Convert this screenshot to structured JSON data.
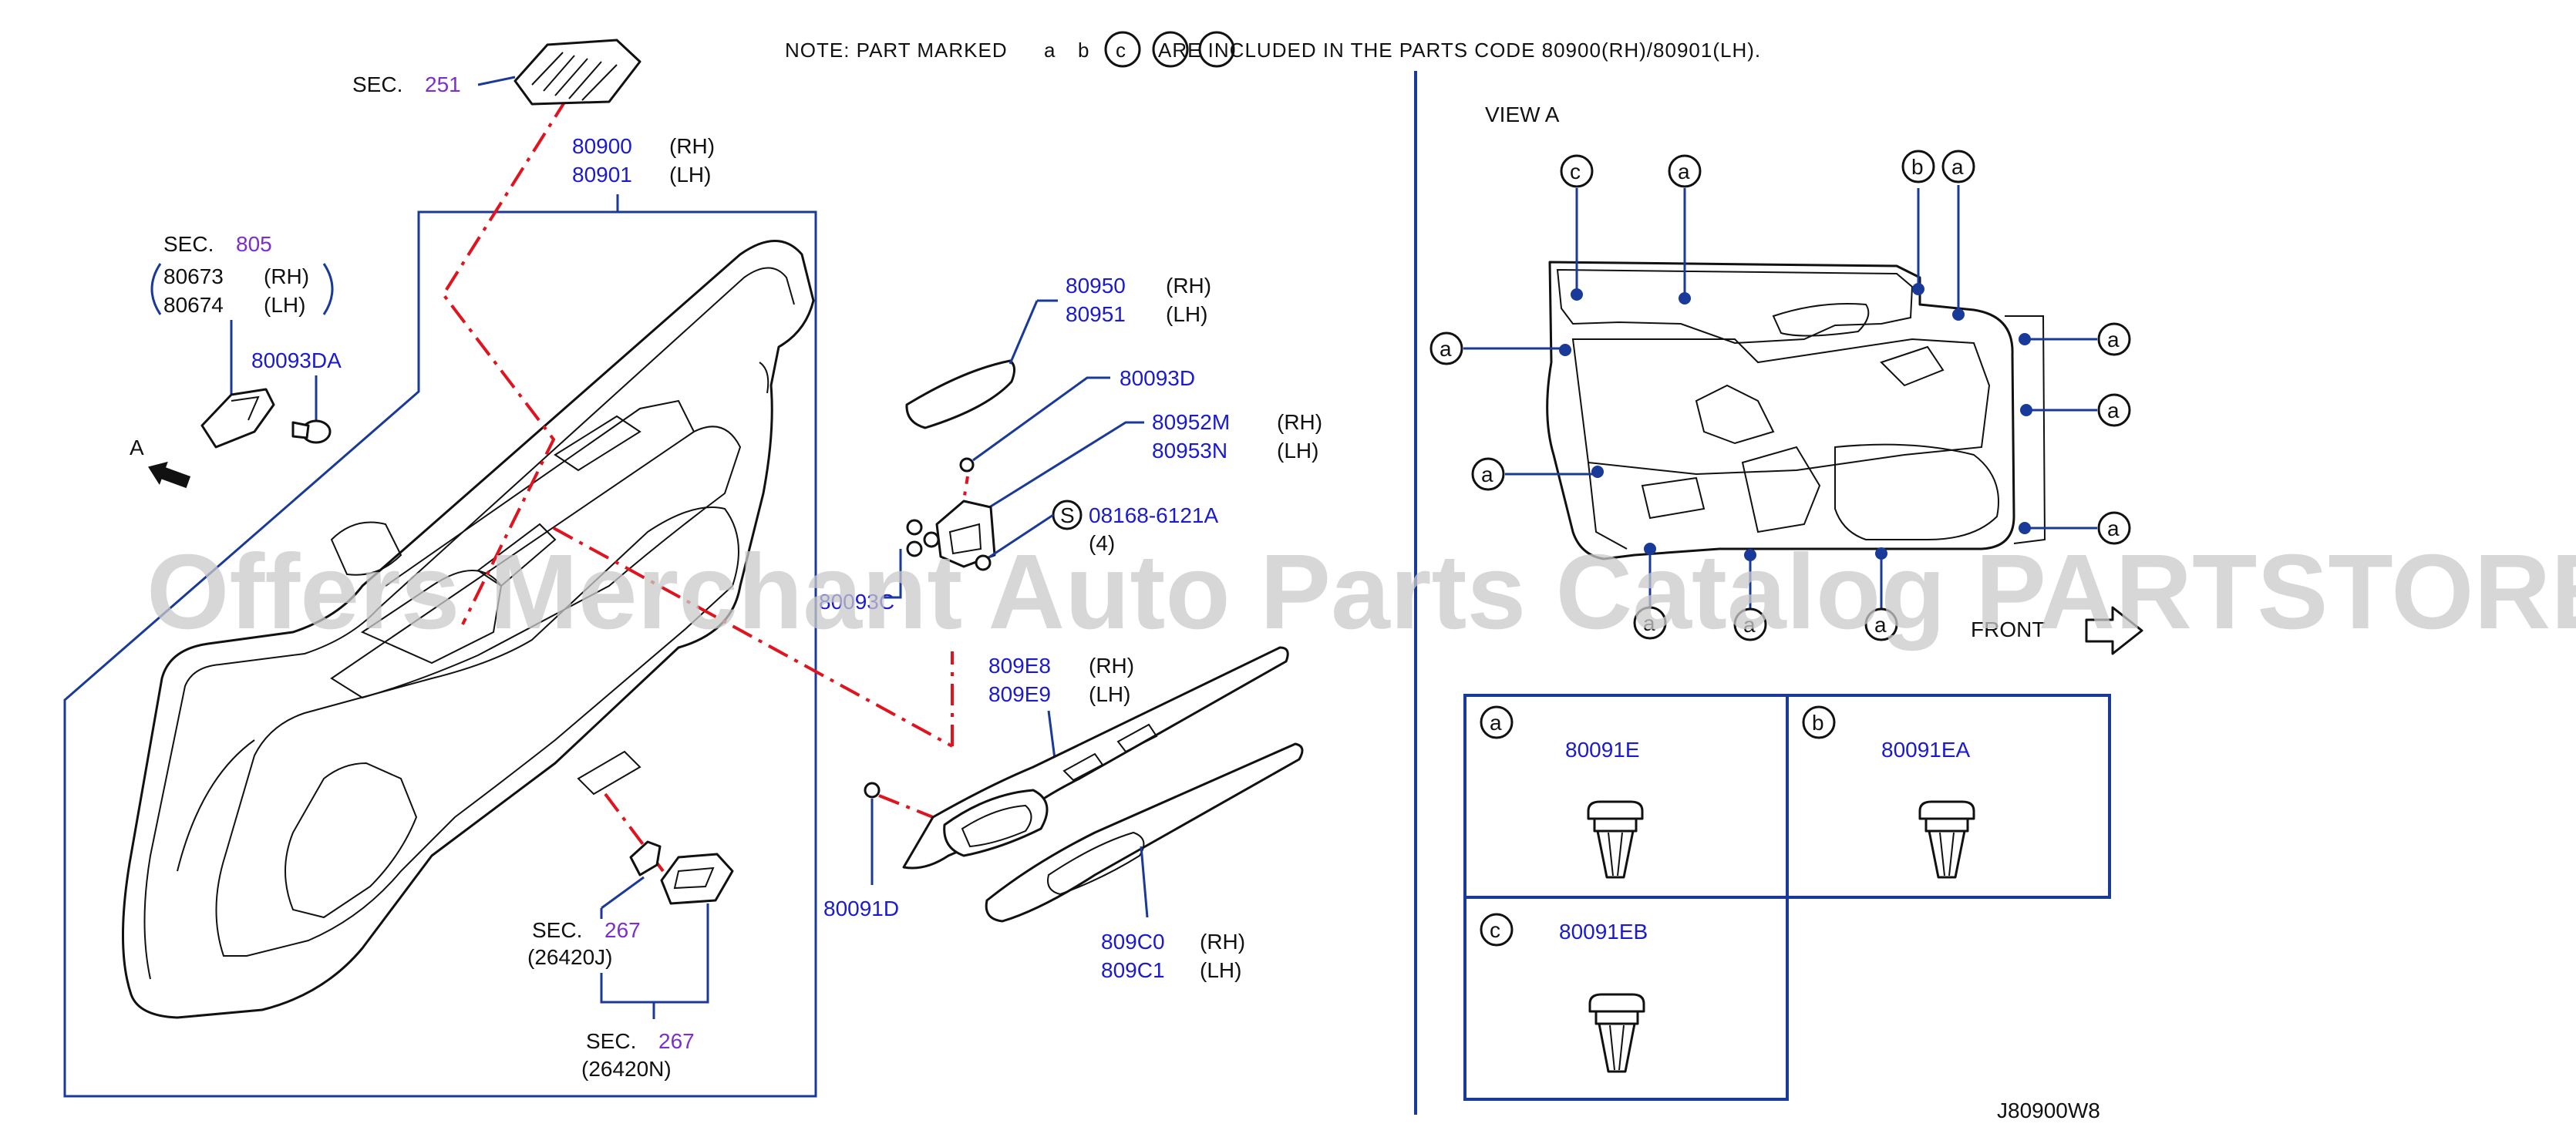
{
  "note": {
    "lead": "NOTE:  PART  MARKED",
    "marks": [
      "a",
      "b",
      "c"
    ],
    "tail": "ARE  INCLUDED  IN  THE  PARTS  CODE  80900(RH)/80901(LH)."
  },
  "watermark": "Offers Merchant Auto Parts Catalog PARTSTORE.SA",
  "diagram_code": "J80900W8",
  "view_a": {
    "label": "VIEW   A",
    "front": "FRONT"
  },
  "callouts": {
    "sec251": {
      "prefix": "SEC.",
      "num": "251"
    },
    "door_trim": {
      "rh": "80900",
      "lh": "80901",
      "rh_tag": "(RH)",
      "lh_tag": "(LH)"
    },
    "sec805": {
      "prefix": "SEC.",
      "num": "805",
      "rh": "80673",
      "lh": "80674",
      "rh_tag": "(RH)",
      "lh_tag": "(LH)"
    },
    "clip_da": "80093DA",
    "arrow_a": "A",
    "armrest_pad": {
      "rh": "80950",
      "lh": "80951",
      "rh_tag": "(RH)",
      "lh_tag": "(LH)"
    },
    "screw_d": "80093D",
    "bracket": {
      "rh": "80952M",
      "lh": "80953N",
      "rh_tag": "(RH)",
      "lh_tag": "(LH)"
    },
    "bolt": {
      "mark": "S",
      "code": "08168-6121A",
      "qty": "(4)"
    },
    "clip_c": "80093C",
    "finisher_e": {
      "rh": "809E8",
      "lh": "809E9",
      "rh_tag": "(RH)",
      "lh_tag": "(LH)"
    },
    "screw_91d": "80091D",
    "finisher_c": {
      "rh": "809C0",
      "lh": "809C1",
      "rh_tag": "(RH)",
      "lh_tag": "(LH)"
    },
    "sec267a": {
      "prefix": "SEC.",
      "num": "267",
      "code": "(26420J)"
    },
    "sec267b": {
      "prefix": "SEC.",
      "num": "267",
      "code": "(26420N)"
    }
  },
  "view_a_marks": [
    "c",
    "a",
    "b",
    "a",
    "a",
    "a",
    "a",
    "a",
    "a",
    "a",
    "a",
    "a"
  ],
  "clip_legend": [
    {
      "mark": "a",
      "part": "80091E"
    },
    {
      "mark": "b",
      "part": "80091EA"
    },
    {
      "mark": "c",
      "part": "80091EB"
    }
  ],
  "colors": {
    "part_number": "#1a1ad0",
    "section_number": "#7a2fd0",
    "leader_line": "#1a3a9a",
    "explode_line": "#e0141e"
  }
}
